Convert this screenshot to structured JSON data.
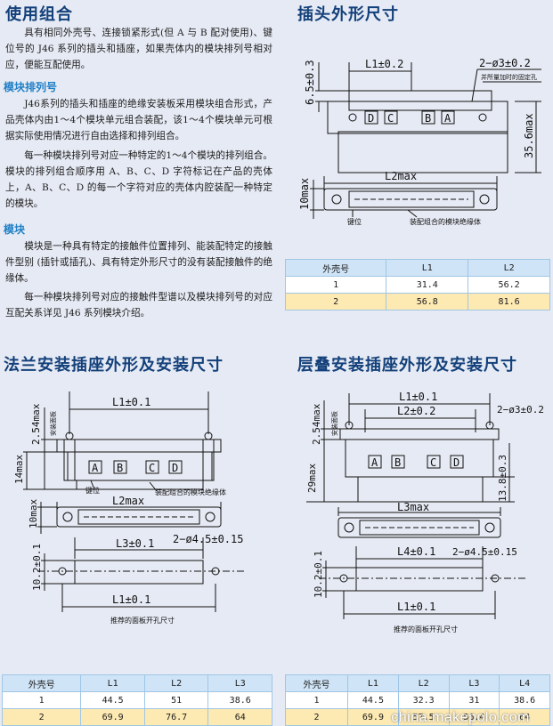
{
  "section1": {
    "title": "使用组合",
    "intro": "具有相同外壳号、连接锁紧形式(但 A 与 B 配对使用)、键位号的 J46 系列的插头和插座，如果壳体内的模块排列号相对应，便能互配使用。",
    "module_arrangement": {
      "heading": "模块排列号",
      "p1": "J46系列的插头和插座的绝缘安装板采用模块组合形式，产品壳体内由1～4个模块单元组合装配，该1～4个模块单元可根据实际使用情况进行自由选择和排列组合。",
      "p2": "每一种模块排列号对应一种特定的1～4个模块的排列组合。模块的排列组合顺序用 A、B、C、D 字符标记在产品的壳体上，A、B、C、D 的每一个字符对应的壳体内腔装配一种特定的模块。"
    },
    "module": {
      "heading": "模块",
      "p1": "模块是一种具有特定的接触件位置排列、能装配特定的接触件型别 (插针或插孔)、具有特定外形尺寸的没有装配接触件的绝缘体。",
      "p2": "每一种模块排列号对应的接触件型谱以及模块排列号的对应互配关系详见 J46 系列模块介绍。"
    }
  },
  "plug": {
    "title": "插头外形尺寸",
    "dims": {
      "h1": "6.5±0.3",
      "l1": "L1±0.2",
      "hole": "2−ø3±0.2",
      "hole_note": "并所量加时的固定孔",
      "h2": "35.6max",
      "l2": "L2max",
      "h3": "10max",
      "key": "键位",
      "insulator": "装配组合的模块绝缘体"
    },
    "letters": [
      "D",
      "C",
      "B",
      "A"
    ],
    "table": {
      "headers": [
        "外壳号",
        "L1",
        "L2"
      ],
      "rows": [
        [
          "1",
          "31.4",
          "56.2"
        ],
        [
          "2",
          "56.8",
          "81.6"
        ]
      ]
    }
  },
  "flange": {
    "title": "法兰安装插座外形及安装尺寸",
    "dims": {
      "l1": "L1±0.1",
      "h1": "2.54max",
      "panel": "安装面板",
      "h2": "14max",
      "key": "键位",
      "l2": "L2max",
      "insulator": "装配组合的模块绝缘体",
      "h3": "10max",
      "l3": "L3±0.1",
      "hole": "2−ø4.5±0.15",
      "h4": "10.2±0.1",
      "l1b": "L1±0.1",
      "cutout": "推荐的面板开孔尺寸"
    },
    "letters": [
      "A",
      "B",
      "C",
      "D"
    ],
    "table": {
      "headers": [
        "外壳号",
        "L1",
        "L2",
        "L3"
      ],
      "rows": [
        [
          "1",
          "44.5",
          "51",
          "38.6"
        ],
        [
          "2",
          "69.9",
          "76.7",
          "64"
        ]
      ]
    }
  },
  "stacked": {
    "title": "层叠安装插座外形及安装尺寸",
    "dims": {
      "l1": "L1±0.1",
      "l2": "L2±0.2",
      "hole": "2−ø3±0.2",
      "h1": "2.54max",
      "panel": "安装面板",
      "h2": "29max",
      "h3": "13.8±0.3",
      "l3": "L3max",
      "l4": "L4±0.1",
      "hole2": "2−ø4.5±0.15",
      "h4": "10.2±0.1",
      "l1b": "L1±0.1",
      "cutout": "推荐的面板开孔尺寸"
    },
    "letters": [
      "A",
      "B",
      "C",
      "D"
    ],
    "table": {
      "headers": [
        "外壳号",
        "L1",
        "L2",
        "L3",
        "L4"
      ],
      "rows": [
        [
          "1",
          "44.5",
          "32.3",
          "31",
          "38.6"
        ],
        [
          "2",
          "69.9",
          "57.5",
          "56.4",
          "64"
        ]
      ]
    }
  },
  "watermark": "china.makepolo.com",
  "colors": {
    "title": "#13407a",
    "subhead": "#1f7fc6",
    "page_bg": "#e6eaf4",
    "table_head": "#cfe4f6",
    "table_row2": "#fde9b2"
  }
}
